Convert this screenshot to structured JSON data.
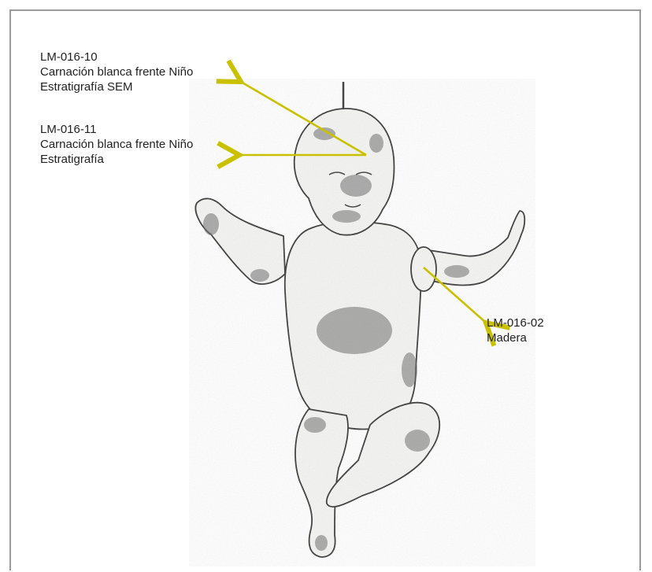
{
  "colors": {
    "frame": "#9a9a9a",
    "arrow": "#c9c100",
    "text": "#222222",
    "sketch": "#3a3a3a"
  },
  "figure": {
    "subject_icon": "child-figure-sketch"
  },
  "annotations": [
    {
      "id": "LM-016-10",
      "lines": [
        "LM-016-10",
        "Carnación blanca frente Niño",
        "Estratigrafía SEM"
      ]
    },
    {
      "id": "LM-016-11",
      "lines": [
        "LM-016-11",
        "Carnación blanca frente Niño",
        "Estratigrafía"
      ]
    },
    {
      "id": "LM-016-02",
      "lines": [
        "LM-016-02",
        "Madera"
      ]
    }
  ]
}
